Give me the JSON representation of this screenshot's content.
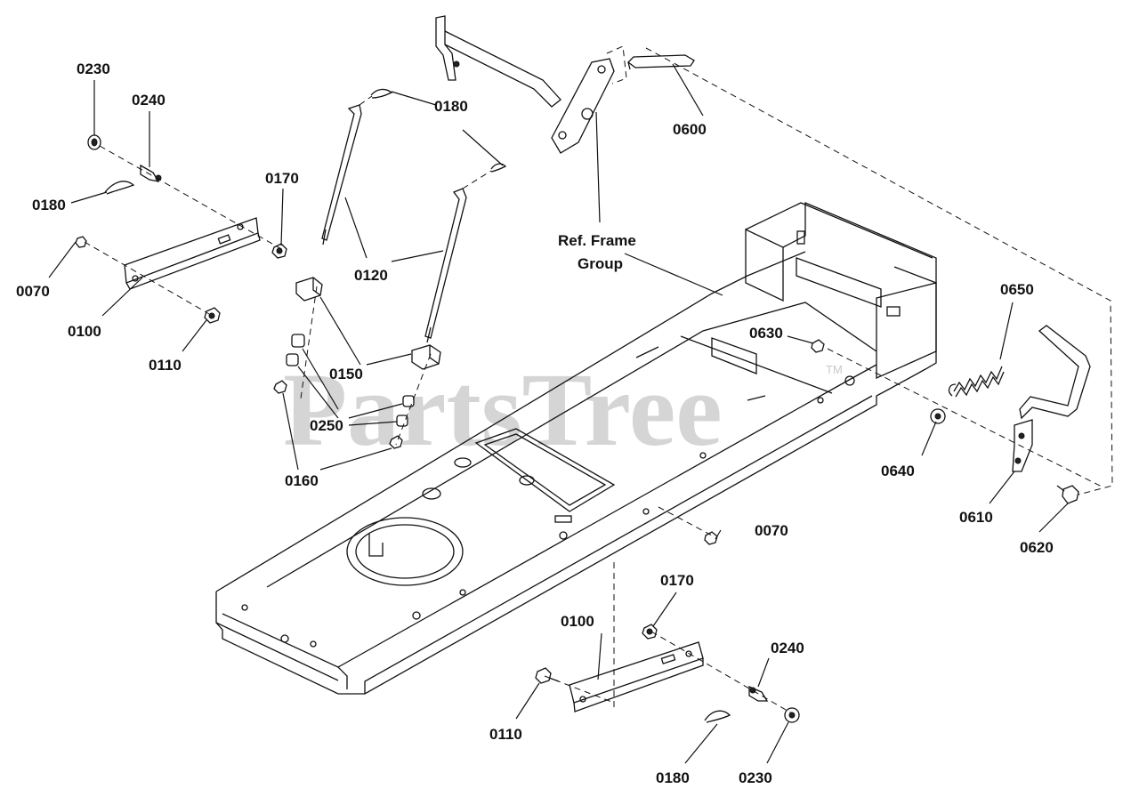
{
  "watermark": {
    "text": "PartsTree",
    "trademark": "TM"
  },
  "callouts": {
    "p0230_top": "0230",
    "p0240_top": "0240",
    "p0180_left": "0180",
    "p0170_top": "0170",
    "p0070_left": "0070",
    "p0100_left": "0100",
    "p0110_left": "0110",
    "p0180_upper": "0180",
    "p0120": "0120",
    "p0150": "0150",
    "p0250": "0250",
    "p0160": "0160",
    "p0600": "0600",
    "ref_frame_line1": "Ref. Frame",
    "ref_frame_line2": "Group",
    "p0650": "0650",
    "p0630": "0630",
    "p0640": "0640",
    "p0610": "0610",
    "p0620": "0620",
    "p0070_mid": "0070",
    "p0170_bottom": "0170",
    "p0100_bottom": "0100",
    "p0240_bottom": "0240",
    "p0110_bottom": "0110",
    "p0180_bottom": "0180",
    "p0230_bottom": "0230"
  }
}
